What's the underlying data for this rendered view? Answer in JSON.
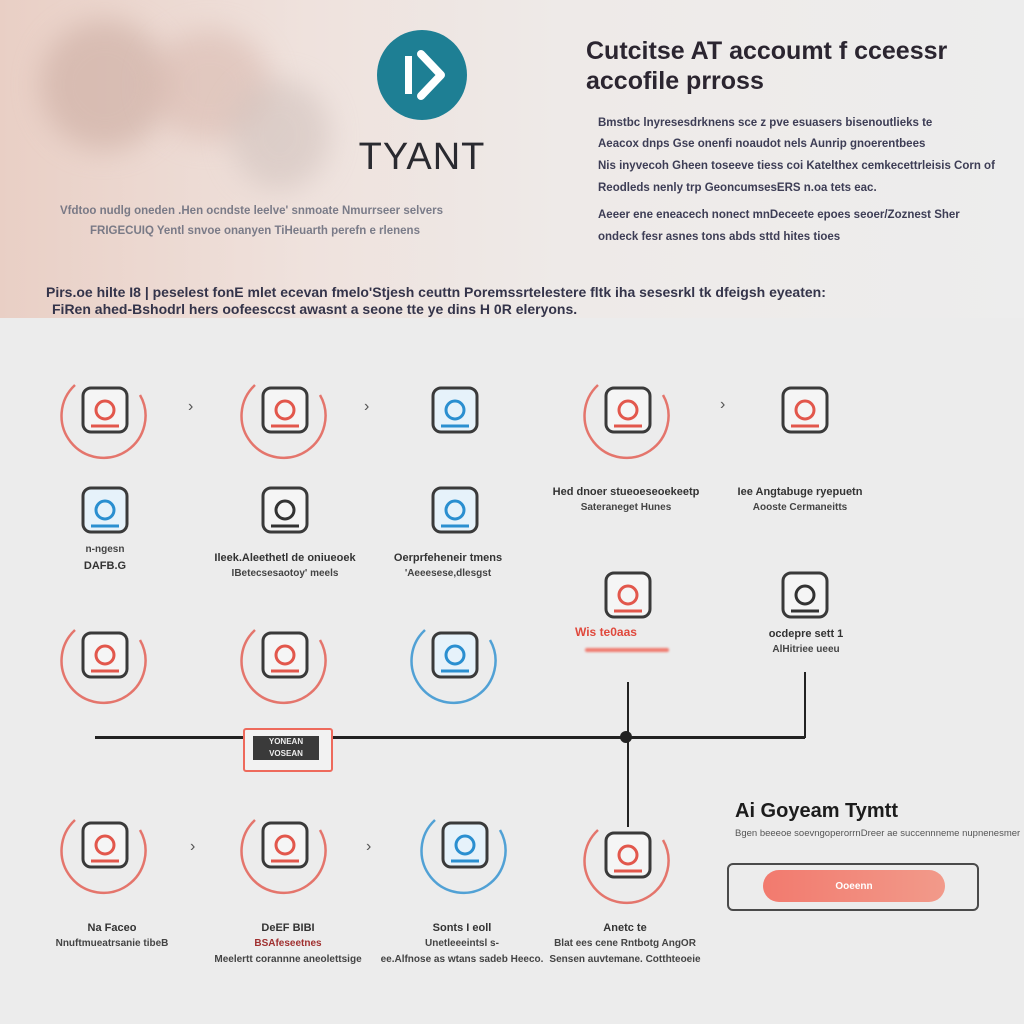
{
  "hero": {
    "brand": "TYANT",
    "caption_lines": [
      "Vfdtoo nudlg oneden .Hen ocndste leelve' snmoate Nmurrseer selvers",
      "FRIGECUIQ Yentl snvoe onanyen TiHeuarth perefn e rlenens"
    ],
    "wide_lines": [
      "Pirs.oe hilte I8 | peselest fonE mlet ecevan fmelo'Stjesh ceuttn Poremssrtelestere fltk iha sesesrkl tk dfeigsh eyeaten:",
      "FiRen ahed-Bshodrl hers oofeesccst awasnt a seone tte ye dins H 0R eleryons."
    ]
  },
  "intro": {
    "title": "Cutcitse AT accoumt f cceessr accofile prross",
    "paragraphs": [
      [
        "Bmstbc lnyresesdrknens sce z pve esuasers bisenoutlieks te",
        "Aeacox dnps Gse onenfi noaudot nels Aunrip gnoerentbees"
      ],
      [
        "Nis inyvecoh Gheen toseeve tiess coi Katelthex cemkecettrleisis Corn of",
        "Reodleds nenly trp GeoncumsesERS n.oa tets eac."
      ],
      [
        "Aeeer ene eneacech nonect mnDeceete epoes seoer/Zoznest Sher",
        "ondeck fesr asnes tons abds sttd hites tioes"
      ]
    ]
  },
  "flow": {
    "row2_labels": [
      {
        "title": "n-ngesn",
        "sub": "DAFB.G"
      },
      {
        "title": "Ileek.Aleethetl de oniueoek",
        "sub": "IBetecsesaotoy' meels"
      },
      {
        "title": "Oerprfeheneir tmens",
        "sub": "'Aeeesese,dlesgst"
      },
      {
        "title": "Hed dnoer stueoeseoekeetp",
        "sub": "Sateraneget Hunes"
      },
      {
        "title": "Iee Angtabuge ryepuetn",
        "sub": "Aooste Cermaneitts"
      }
    ],
    "highlight_label": "Wis te0aas",
    "side_label": {
      "title": "ocdepre sett 1",
      "sub": "AlHitriee ueeu"
    },
    "box_label": "YONEAN VOSEAN",
    "bottom_labels": [
      {
        "title": "Na Faceo",
        "sub": "Nnuftmueatrsanie tibeB",
        "sub2": ""
      },
      {
        "title": "DeEF BIBI",
        "sub": "BSAfeseetnes",
        "sub2": "Meelertt corannne aneolettsige"
      },
      {
        "title": "Sonts I eoll",
        "sub": "Unetleeeintsl s-",
        "sub2": "ee.Alfnose as wtans sadeb Heeco."
      },
      {
        "title": "Anetc te",
        "sub": "Blat ees cene Rntbotg AngOR",
        "sub2": "Sensen auvtemane. Cotthteoeie"
      }
    ]
  },
  "panel": {
    "title": "Ai Goyeam Tymtt",
    "subtitle": "Bgen beeeoe soevngoperorrnDreer ae succennneme nupnenesmer",
    "button_label": "Ooeenn"
  },
  "colors": {
    "teal": "#1e7f94",
    "accent_red": "#ee6a5c",
    "accent_blue": "#2a8fd0"
  }
}
